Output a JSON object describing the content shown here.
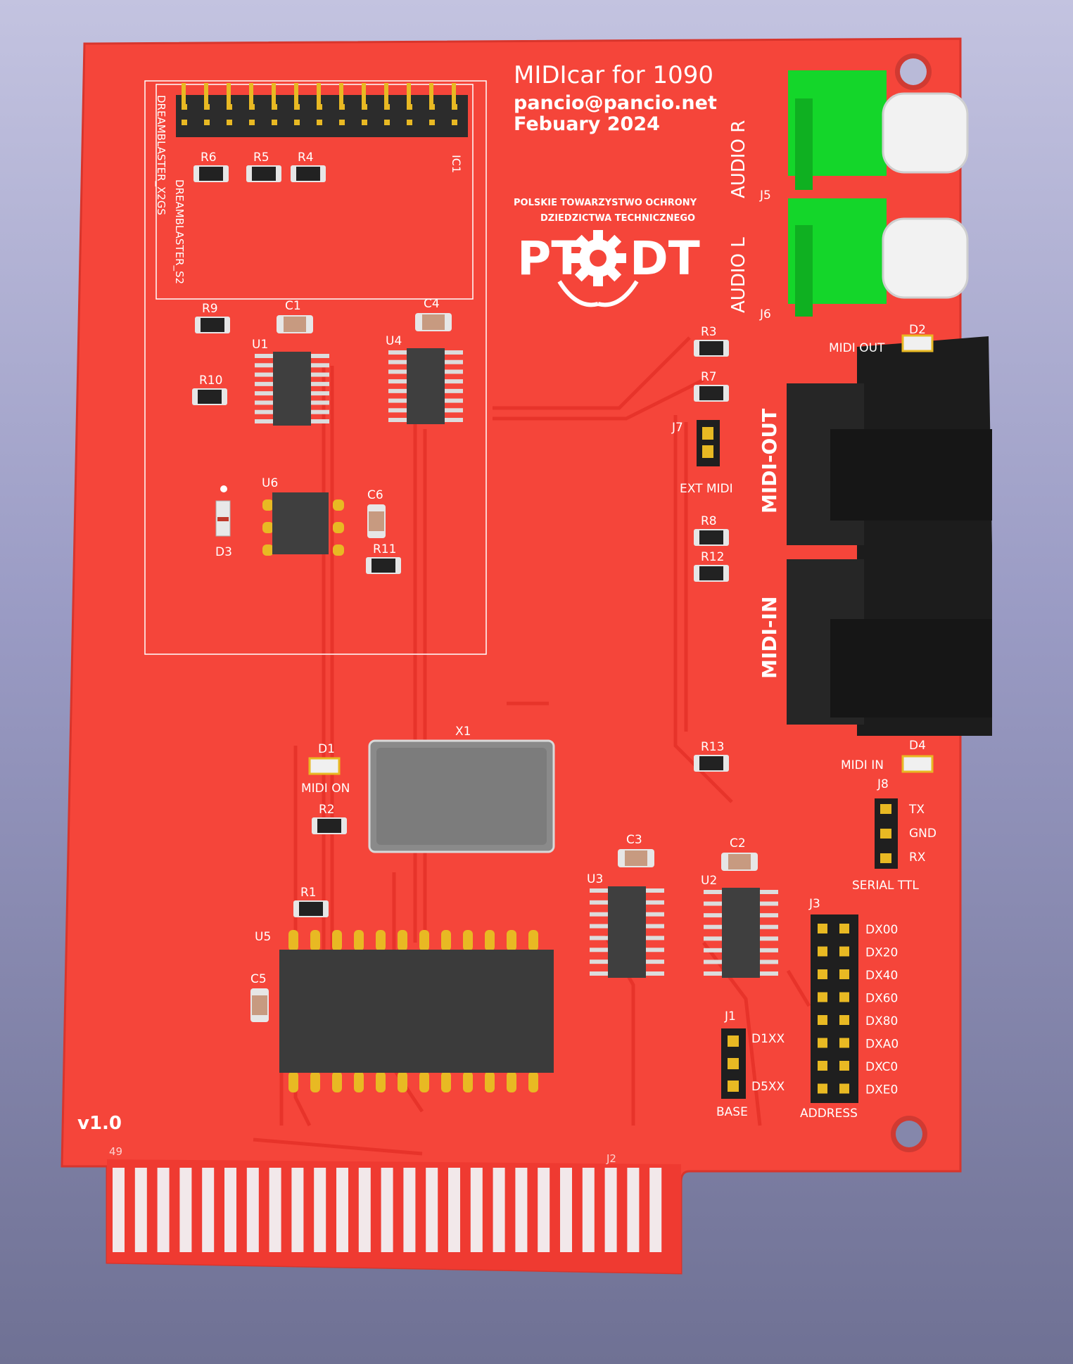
{
  "board": {
    "title": "MIDIcar for 1090",
    "email": "pancio@pancio.net",
    "date": "Febuary 2024",
    "version": "v1.0",
    "colors": {
      "board": "#f5453a",
      "trace": "#e8342b",
      "silk": "#ffffff",
      "chip": "#3f3f3f",
      "jack_green": "#14d62a",
      "jack_white": "#f2f2f2",
      "din_black": "#1c1c1c",
      "gold": "#e8b923"
    },
    "logo": {
      "line1": "POLSKIE TOWARZYSTWO OCHRONY",
      "line2": "DZIEDZICTWA TECHNICZNEGO",
      "left": "PT",
      "right": "DT",
      "icon": "gear-icon"
    },
    "outlines": {
      "outer": "DREAMBLASTER_X2GS",
      "inner": "DREAMBLASTER_S2"
    },
    "refs": {
      "r6": "R6",
      "r5": "R5",
      "r4": "R4",
      "r9": "R9",
      "r10": "R10",
      "r11": "R11",
      "r3": "R3",
      "r7": "R7",
      "r8": "R8",
      "r12": "R12",
      "r13": "R13",
      "r2": "R2",
      "r1": "R1",
      "c1": "C1",
      "c4": "C4",
      "c6": "C6",
      "c3": "C3",
      "c2": "C2",
      "c5": "C5",
      "u1": "U1",
      "u4": "U4",
      "u6": "U6",
      "u3": "U3",
      "u2": "U2",
      "u5": "U5",
      "d3": "D3",
      "d1": "D1",
      "d2": "D2",
      "d4": "D4",
      "ic1": "IC1",
      "x1": "X1",
      "j5": "J5",
      "j6": "J6",
      "j7": "J7",
      "j8": "J8",
      "j3": "J3",
      "j1": "J1",
      "j2": "J2",
      "pin49": "49"
    },
    "labels": {
      "audio_r": "AUDIO R",
      "audio_l": "AUDIO L",
      "midi_out_led": "MIDI OUT",
      "midi_in_led": "MIDI IN",
      "midi_out_port": "MIDI-OUT",
      "midi_in_port": "MIDI-IN",
      "ext_midi": "EXT MIDI",
      "midi_on": "MIDI ON",
      "serial": "SERIAL TTL",
      "tx": "TX",
      "gnd": "GND",
      "rx": "RX",
      "address": "ADDRESS",
      "base": "BASE",
      "d1xx": "D1XX",
      "d5xx": "D5XX"
    },
    "address_options": [
      "DX00",
      "DX20",
      "DX40",
      "DX60",
      "DX80",
      "DXA0",
      "DXC0",
      "DXE0"
    ]
  }
}
